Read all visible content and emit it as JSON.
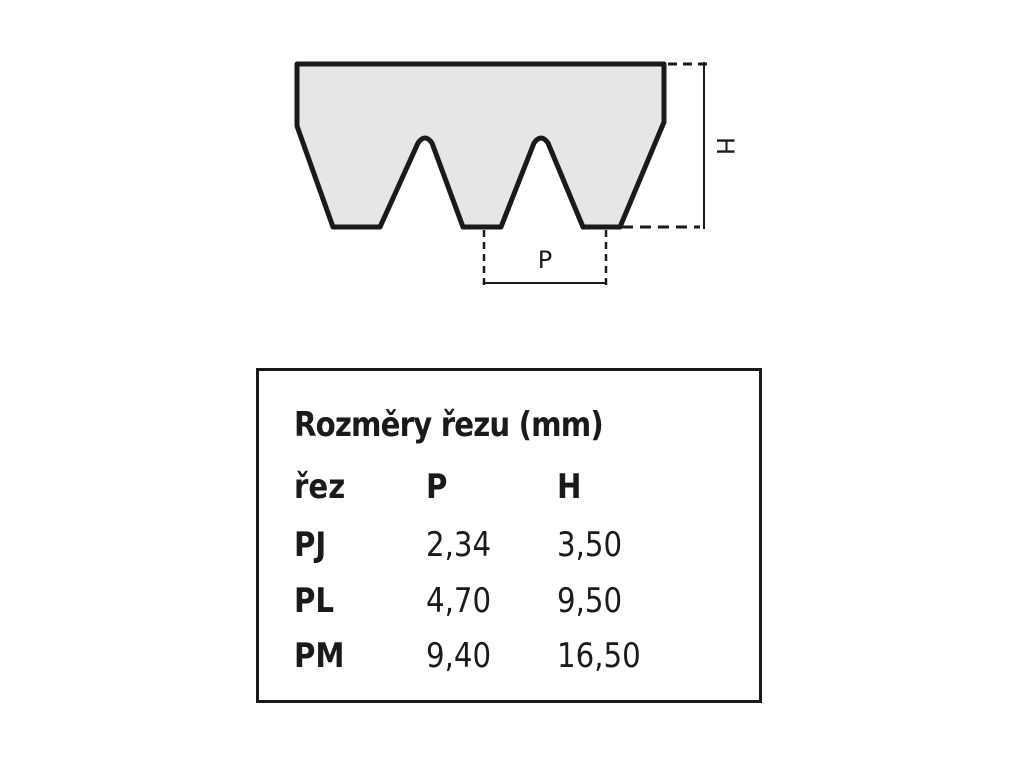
{
  "diagram": {
    "label_height": "H",
    "label_pitch": "P",
    "fill_color": "#e6e6e6",
    "stroke_color": "#1a1a1a"
  },
  "table": {
    "title": "Rozměry řezu (mm)",
    "header": [
      "řez",
      "P",
      "H"
    ],
    "rows": [
      [
        "PJ",
        "2,34",
        "3,50"
      ],
      [
        "PL",
        "4,70",
        "9,50"
      ],
      [
        "PM",
        "9,40",
        "16,50"
      ]
    ]
  }
}
